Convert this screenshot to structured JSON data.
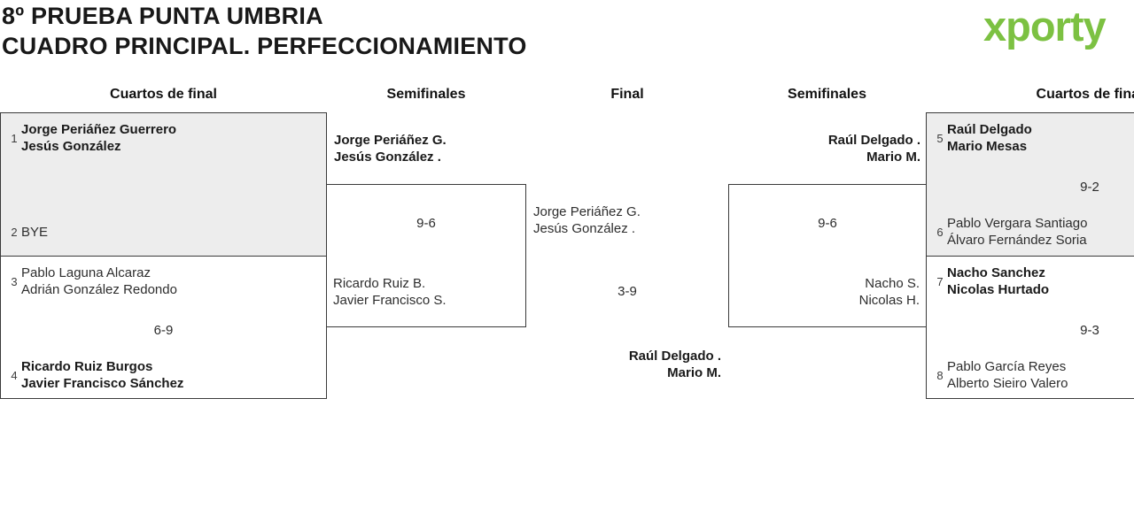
{
  "header": {
    "title_line1": "8º PRUEBA PUNTA UMBRIA",
    "title_line2": "CUADRO PRINCIPAL. PERFECCIONAMIENTO",
    "logo_text": "xporty"
  },
  "colors": {
    "logo_green": "#7cc142",
    "logo_blue": "#2fa8e0",
    "logo_orange": "#e8821e",
    "match_fill_gray": "#ededed",
    "border": "#3a3a3a"
  },
  "columns": {
    "qf_left": "Cuartos de final",
    "sf_left": "Semifinales",
    "final": "Final",
    "sf_right": "Semifinales",
    "qf_right": "Cuartos de final"
  },
  "bracket": {
    "qf_left": {
      "m1": {
        "seed_top": "1",
        "top_p1": "Jorge Periáñez Guerrero",
        "top_p2": "Jesús González",
        "score": "",
        "seed_bottom": "2",
        "bottom_p1": "BYE",
        "bottom_p2": ""
      },
      "m2": {
        "seed_top": "3",
        "top_p1": "Pablo Laguna Alcaraz",
        "top_p2": "Adrián González Redondo",
        "score": "6-9",
        "seed_bottom": "4",
        "bottom_p1": "Ricardo Ruiz Burgos",
        "bottom_p2": "Javier Francisco Sánchez"
      }
    },
    "sf_left": {
      "top_p1": "Jorge Periáñez G.",
      "top_p2": "Jesús González .",
      "score": "9-6",
      "bottom_p1": "Ricardo Ruiz B.",
      "bottom_p2": "Javier Francisco S."
    },
    "final": {
      "team1_p1": "Jorge Periáñez G.",
      "team1_p2": "Jesús González .",
      "score": "3-9",
      "winner_p1": "Raúl Delgado .",
      "winner_p2": "Mario M."
    },
    "sf_right": {
      "top_p1": "Raúl Delgado .",
      "top_p2": "Mario M.",
      "score": "9-6",
      "bottom_p1": "Nacho S.",
      "bottom_p2": "Nicolas H."
    },
    "qf_right": {
      "m1": {
        "seed_top": "5",
        "top_p1": "Raúl Delgado",
        "top_p2": "Mario Mesas",
        "score": "9-2",
        "seed_bottom": "6",
        "bottom_p1": "Pablo Vergara Santiago",
        "bottom_p2": "Álvaro Fernández Soria"
      },
      "m2": {
        "seed_top": "7",
        "top_p1": "Nacho Sanchez",
        "top_p2": "Nicolas Hurtado",
        "score": "9-3",
        "seed_bottom": "8",
        "bottom_p1": "Pablo García Reyes",
        "bottom_p2": "Alberto Sieiro Valero"
      }
    }
  }
}
